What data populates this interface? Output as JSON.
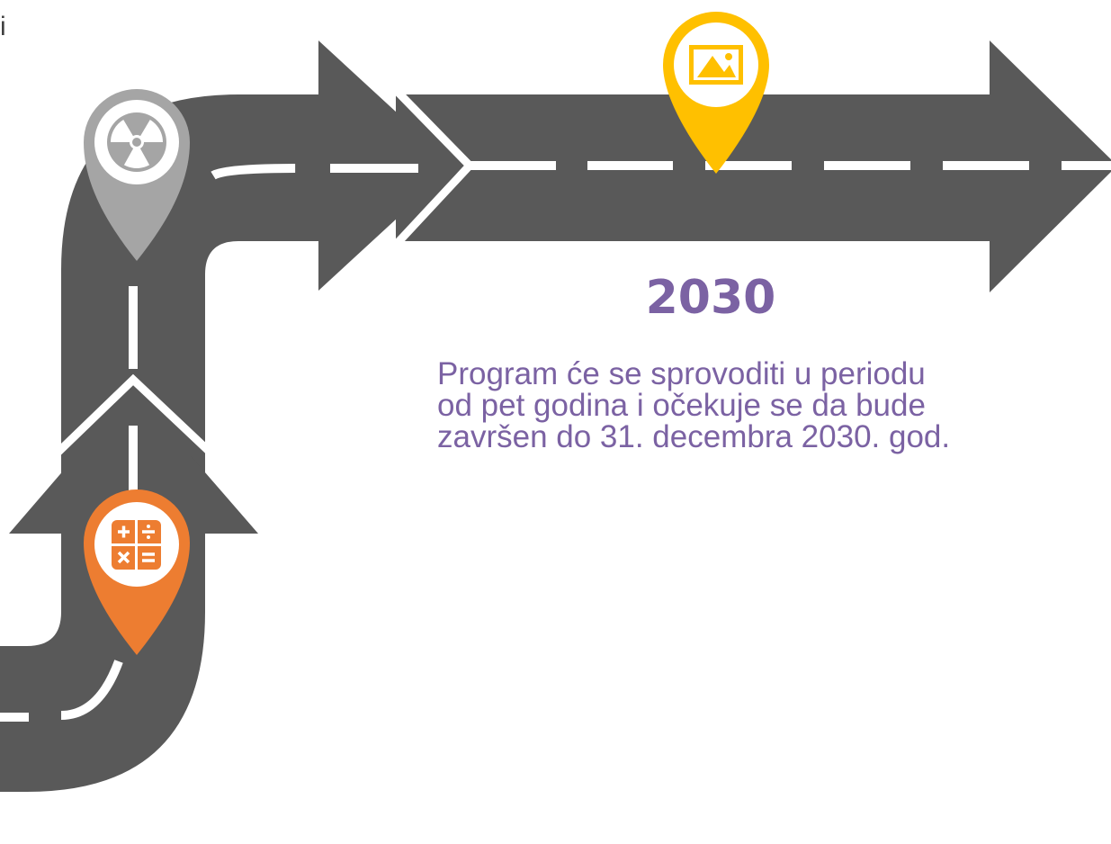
{
  "corner_text": "i",
  "milestone": {
    "year": "2030",
    "description_lines": [
      "Program će se sprovoditi u periodu",
      "od pet godina i očekuje se da bude",
      "završen do 31. decembra 2030. god."
    ]
  },
  "markers": [
    {
      "name": "calculator-marker",
      "icon": "calculator-icon",
      "color": "#ed7d31"
    },
    {
      "name": "radiation-marker",
      "icon": "radiation-icon",
      "color": "#a5a5a5"
    },
    {
      "name": "image-marker",
      "icon": "image-icon",
      "color": "#ffc000"
    }
  ],
  "colors": {
    "road": "#595959",
    "lane": "#ffffff",
    "text_accent": "#7b62a3"
  }
}
